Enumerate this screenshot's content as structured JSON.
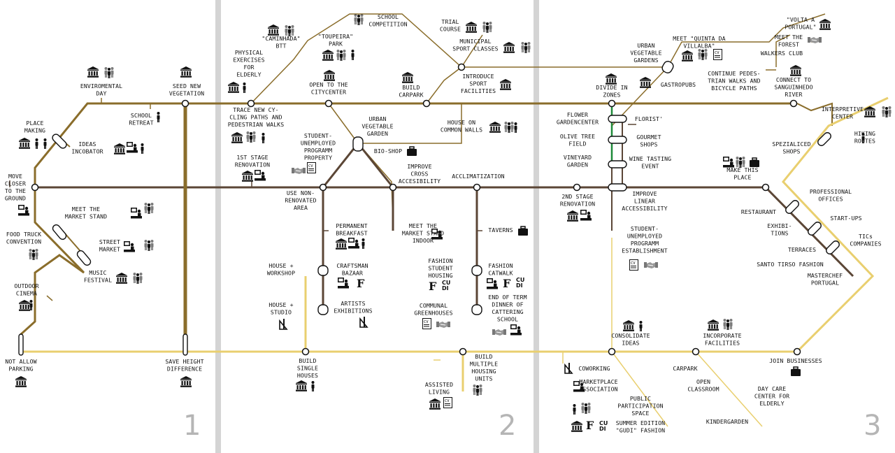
{
  "colors": {
    "brown": "#8a6d2b",
    "dark": "#5b4636",
    "yellow": "#e9cf6f",
    "green": "#1f8a3a",
    "divider": "#d4d4d4",
    "zone_number": "#b5b5b5"
  },
  "zones": [
    "1",
    "2",
    "3"
  ],
  "stations": [
    {
      "id": "s1",
      "lines": [
        "ENVIROMENTAL",
        "DAY"
      ]
    },
    {
      "id": "s2",
      "lines": [
        "SEED NEW",
        "VEGETATION"
      ]
    },
    {
      "id": "s3",
      "lines": [
        "SCHOOL",
        "RETREAT"
      ]
    },
    {
      "id": "s4",
      "lines": [
        "PLACE",
        "MAKING"
      ]
    },
    {
      "id": "s5",
      "lines": [
        "IDEAS",
        "INCOBATOR"
      ]
    },
    {
      "id": "s6",
      "lines": [
        "MOVE",
        "CLOSER",
        "TO THE",
        "GROUND"
      ]
    },
    {
      "id": "s7",
      "lines": [
        "MEET THE",
        "MARKET STAND"
      ]
    },
    {
      "id": "s8",
      "lines": [
        "FOOD TRUCK",
        "CONVENTION"
      ]
    },
    {
      "id": "s9",
      "lines": [
        "STREET",
        "MARKET"
      ]
    },
    {
      "id": "s10",
      "lines": [
        "MUSIC",
        "FESTIVAL"
      ]
    },
    {
      "id": "s11",
      "lines": [
        "OUTDOOR",
        "CINEMA"
      ]
    },
    {
      "id": "s12",
      "lines": [
        "NOT ALLOW",
        "PARKING"
      ]
    },
    {
      "id": "s13",
      "lines": [
        "SAVE HEIGHT",
        "DIFFERENCE"
      ]
    },
    {
      "id": "s14",
      "lines": [
        "\"CAMINHADA\"",
        "BTT"
      ]
    },
    {
      "id": "s15",
      "lines": [
        "PHYSICAL",
        "EXERCISES",
        "FOR",
        "ELDERLY"
      ]
    },
    {
      "id": "s16",
      "lines": [
        "\"TOUPEIRA\"",
        "PARK"
      ]
    },
    {
      "id": "s17",
      "lines": [
        "OPEN TO THE",
        "CITYCENTER"
      ]
    },
    {
      "id": "s18",
      "lines": [
        "TRACE NEW CY-",
        "CLING PATHS AND",
        "PEDESTRIAN WALKS"
      ]
    },
    {
      "id": "s19",
      "lines": [
        "SCHOOL",
        "COMPETITION"
      ]
    },
    {
      "id": "s20",
      "lines": [
        "TRIAL",
        "COURSE"
      ]
    },
    {
      "id": "s21",
      "lines": [
        "MUNICIPAL",
        "SPORT CLASSES"
      ]
    },
    {
      "id": "s22",
      "lines": [
        "INTRODUCE",
        "SPORT",
        "FACILITIES"
      ]
    },
    {
      "id": "s23",
      "lines": [
        "BUILD",
        "CARPARK"
      ]
    },
    {
      "id": "s24",
      "lines": [
        "URBAN",
        "VEGETABLE",
        "GARDEN"
      ]
    },
    {
      "id": "s25",
      "lines": [
        "HOUSE ON",
        "COMMON WALLS"
      ]
    },
    {
      "id": "s26",
      "lines": [
        "STUDENT-",
        "UNEMPLOYED",
        "PROGRAMM",
        "PROPERTY"
      ]
    },
    {
      "id": "s27",
      "lines": [
        "BIO-SHOP"
      ]
    },
    {
      "id": "s28",
      "lines": [
        "1ST STAGE",
        "RENOVATION"
      ]
    },
    {
      "id": "s29",
      "lines": [
        "IMPROVE",
        "CROSS",
        "ACCESIBILITY"
      ]
    },
    {
      "id": "s30",
      "lines": [
        "ACCLIMATIZATION"
      ]
    },
    {
      "id": "s31",
      "lines": [
        "USE NON-",
        "RENOVATED",
        "AREA"
      ]
    },
    {
      "id": "s32",
      "lines": [
        "MEET THE",
        "MARKET STAND",
        "INDOOR"
      ]
    },
    {
      "id": "s33",
      "lines": [
        "PERMANENT",
        "BREAKFAST"
      ]
    },
    {
      "id": "s34",
      "lines": [
        "TAVERNS"
      ]
    },
    {
      "id": "s35",
      "lines": [
        "HOUSE +",
        "WORKSHOP"
      ]
    },
    {
      "id": "s36",
      "lines": [
        "CRAFTSMAN",
        "BAZAAR"
      ]
    },
    {
      "id": "s37",
      "lines": [
        "FASHION",
        "STUDENT",
        "HOUSING"
      ]
    },
    {
      "id": "s38",
      "lines": [
        "FASHION",
        "CATWALK"
      ]
    },
    {
      "id": "s39",
      "lines": [
        "HOUSE +",
        "STUDIO"
      ]
    },
    {
      "id": "s40",
      "lines": [
        "ARTISTS",
        "EXHIBITIONS"
      ]
    },
    {
      "id": "s41",
      "lines": [
        "COMMUNAL",
        "GREENHOUSES"
      ]
    },
    {
      "id": "s42",
      "lines": [
        "END OF TERM",
        "DINNER OF",
        "CATTERING",
        "SCHOOL"
      ]
    },
    {
      "id": "s43",
      "lines": [
        "BUILD",
        "SINGLE",
        "HOUSES"
      ]
    },
    {
      "id": "s44",
      "lines": [
        "BUILD",
        "MULTIPLE",
        "HOUSING",
        "UNITS"
      ]
    },
    {
      "id": "s45",
      "lines": [
        "ASSISTED",
        "LIVING"
      ]
    },
    {
      "id": "s46",
      "lines": [
        "URBAN",
        "VEGETABLE",
        "GARDENS"
      ]
    },
    {
      "id": "s47",
      "lines": [
        "MEET \"QUINTA DA",
        "VILLALBA\""
      ]
    },
    {
      "id": "s48",
      "lines": [
        "\"VOLTA A",
        "PORTUGAL\""
      ]
    },
    {
      "id": "s49",
      "lines": [
        "MEET THE",
        "FOREST"
      ]
    },
    {
      "id": "s50",
      "lines": [
        "WALKERS CLUB"
      ]
    },
    {
      "id": "s51",
      "lines": [
        "CONTINUE PEDES-",
        "TRIAN WALKS AND",
        "BICYCLE PATHS"
      ]
    },
    {
      "id": "s52",
      "lines": [
        "CONNECT TO",
        "SANGUINHEDO",
        "RIVER"
      ]
    },
    {
      "id": "s53",
      "lines": [
        "DIVIDE IN",
        "ZONES"
      ]
    },
    {
      "id": "s54",
      "lines": [
        "GASTROPUBS"
      ]
    },
    {
      "id": "s55",
      "lines": [
        "FLOWER",
        "GARDENCENTER"
      ]
    },
    {
      "id": "s56",
      "lines": [
        "FLORIST'"
      ]
    },
    {
      "id": "s57",
      "lines": [
        "OLIVE TREE",
        "FIELD"
      ]
    },
    {
      "id": "s58",
      "lines": [
        "GOURMET",
        "SHOPS"
      ]
    },
    {
      "id": "s59",
      "lines": [
        "VINEYARD",
        "GARDEN"
      ]
    },
    {
      "id": "s60",
      "lines": [
        "WINE TASTING",
        "EVENT"
      ]
    },
    {
      "id": "s61",
      "lines": [
        "INTERPRETIVE",
        "CENTER"
      ]
    },
    {
      "id": "s62",
      "lines": [
        "SPEZIALICED",
        "SHOPS"
      ]
    },
    {
      "id": "s63",
      "lines": [
        "HIKING",
        "ROUTES"
      ]
    },
    {
      "id": "s64",
      "lines": [
        "MAKE THIS",
        "PLACE"
      ]
    },
    {
      "id": "s65",
      "lines": [
        "2ND STAGE",
        "RENOVATION"
      ]
    },
    {
      "id": "s66",
      "lines": [
        "IMPROVE",
        "LINEAR",
        "ACCESSIBILITY"
      ]
    },
    {
      "id": "s67",
      "lines": [
        "STUDENT-",
        "UNEMPLOYED",
        "PROGRAMM",
        "ESTABLISHMENT"
      ]
    },
    {
      "id": "s68",
      "lines": [
        "PROFESSIONAL",
        "OFFICES"
      ]
    },
    {
      "id": "s69",
      "lines": [
        "RESTAURANT"
      ]
    },
    {
      "id": "s70",
      "lines": [
        "START-UPS"
      ]
    },
    {
      "id": "s71",
      "lines": [
        "EXHIBI-",
        "TIONS"
      ]
    },
    {
      "id": "s72",
      "lines": [
        "TICs",
        "COMPANIES"
      ]
    },
    {
      "id": "s73",
      "lines": [
        "TERRACES"
      ]
    },
    {
      "id": "s74",
      "lines": [
        "SANTO TIRSO FASHION"
      ]
    },
    {
      "id": "s75",
      "lines": [
        "MASTERCHEF",
        "PORTUGAL"
      ]
    },
    {
      "id": "s76",
      "lines": [
        "CONSOLIDATE",
        "IDEAS"
      ]
    },
    {
      "id": "s77",
      "lines": [
        "INCORPORATE",
        "FACILITIES"
      ]
    },
    {
      "id": "s78",
      "lines": [
        "JOIN BUSINESSES"
      ]
    },
    {
      "id": "s79",
      "lines": [
        "COWORKING"
      ]
    },
    {
      "id": "s80",
      "lines": [
        "MARKETPLACE",
        "ASSOCIATION"
      ]
    },
    {
      "id": "s81",
      "lines": [
        "PUBLIC",
        "PARTICIPATION",
        "SPACE"
      ]
    },
    {
      "id": "s82",
      "lines": [
        "SUMMER EDITION",
        "\"GUDI\" FASHION"
      ]
    },
    {
      "id": "s83",
      "lines": [
        "CARPARK"
      ]
    },
    {
      "id": "s84",
      "lines": [
        "OPEN",
        "CLASSROOM"
      ]
    },
    {
      "id": "s85",
      "lines": [
        "DAY CARE",
        "CENTER FOR",
        "ELDERLY"
      ]
    },
    {
      "id": "s86",
      "lines": [
        "KINDERGARDEN"
      ]
    }
  ],
  "icons": [
    {
      "name": "building-icon"
    },
    {
      "name": "people-icon"
    },
    {
      "name": "person-icon"
    },
    {
      "name": "desk-icon"
    },
    {
      "name": "cv-icon"
    },
    {
      "name": "handshake-icon"
    },
    {
      "name": "briefcase-icon"
    },
    {
      "name": "f-icon"
    },
    {
      "name": "cudi-icon"
    },
    {
      "name": "tools-icon"
    }
  ],
  "cudi_text": "CU DI"
}
